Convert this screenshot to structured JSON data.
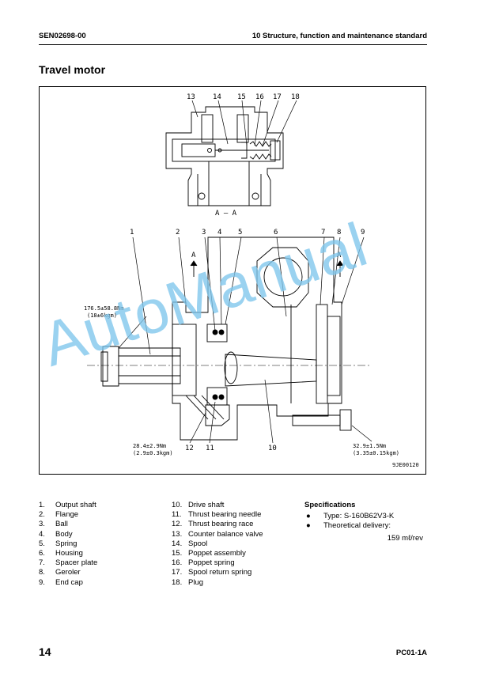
{
  "header": {
    "doc_id": "SEN02698-00",
    "section": "10 Structure, function and maintenance standard"
  },
  "title": "Travel motor",
  "figure": {
    "top_callouts": [
      "13",
      "14",
      "15",
      "16",
      "17",
      "18"
    ],
    "section_label": "A – A",
    "main_callouts": [
      "1",
      "2",
      "3",
      "4",
      "5",
      "6",
      "7",
      "8",
      "9"
    ],
    "bottom_callouts": [
      "12",
      "11",
      "10"
    ],
    "section_mark": "A",
    "torque_1": "176.5±58.8Nm",
    "torque_1b": "(18±6kgm)",
    "torque_2": "28.4±2.9Nm",
    "torque_2b": "(2.9±0.3kgm)",
    "torque_3": "32.9±1.5Nm",
    "torque_3b": "(3.35±0.15kgm)",
    "figure_id": "9JE00120"
  },
  "watermark": "AutoManual",
  "parts_col1": [
    {
      "n": "1.",
      "label": "Output shaft"
    },
    {
      "n": "2.",
      "label": "Flange"
    },
    {
      "n": "3.",
      "label": "Ball"
    },
    {
      "n": "4.",
      "label": "Body"
    },
    {
      "n": "5.",
      "label": "Spring"
    },
    {
      "n": "6.",
      "label": "Housing"
    },
    {
      "n": "7.",
      "label": "Spacer plate"
    },
    {
      "n": "8.",
      "label": "Geroler"
    },
    {
      "n": "9.",
      "label": "End cap"
    }
  ],
  "parts_col2": [
    {
      "n": "10.",
      "label": "Drive shaft"
    },
    {
      "n": "11.",
      "label": "Thrust bearing needle"
    },
    {
      "n": "12.",
      "label": "Thrust bearing race"
    },
    {
      "n": "13.",
      "label": "Counter balance valve"
    },
    {
      "n": "14.",
      "label": "Spool"
    },
    {
      "n": "15.",
      "label": "Poppet assembly"
    },
    {
      "n": "16.",
      "label": "Poppet spring"
    },
    {
      "n": "17.",
      "label": "Spool return spring"
    },
    {
      "n": "18.",
      "label": "Plug"
    }
  ],
  "specs": {
    "heading": "Specifications",
    "bullet": "●",
    "type": "Type: S-160B62V3-K",
    "delivery_label": "Theoretical delivery:",
    "delivery_value": "159 mℓ/rev"
  },
  "footer": {
    "page": "14",
    "model": "PC01-1A"
  }
}
